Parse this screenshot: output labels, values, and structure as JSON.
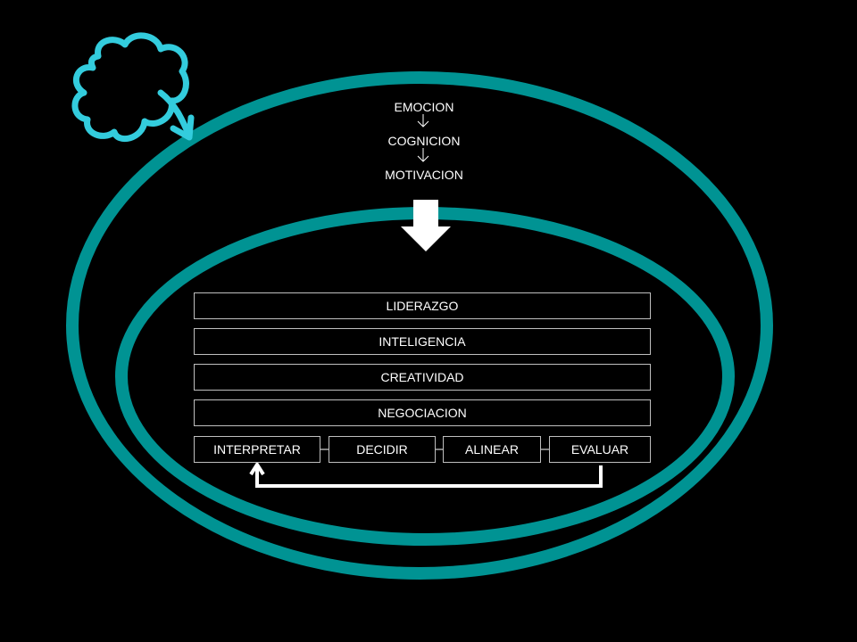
{
  "colors": {
    "background": "#000000",
    "ellipse": "#009393",
    "cloud": "#33ccdd",
    "text": "#ffffff",
    "box_border": "#bfbfbf"
  },
  "chain": {
    "emotion": "EMOCION",
    "cognition": "COGNICION",
    "motivation": "MOTIVACION"
  },
  "competencies": [
    "LIDERAZGO",
    "INTELIGENCIA",
    "CREATIVIDAD",
    "NEGOCIACION"
  ],
  "process_steps": [
    "INTERPRETAR",
    "DECIDIR",
    "ALINEAR",
    "EVALUAR"
  ],
  "icons": {
    "cloud": "cloud-icon",
    "down_arrow": "block-down-arrow-icon",
    "feedback_loop": "feedback-loop-arrow-icon"
  }
}
